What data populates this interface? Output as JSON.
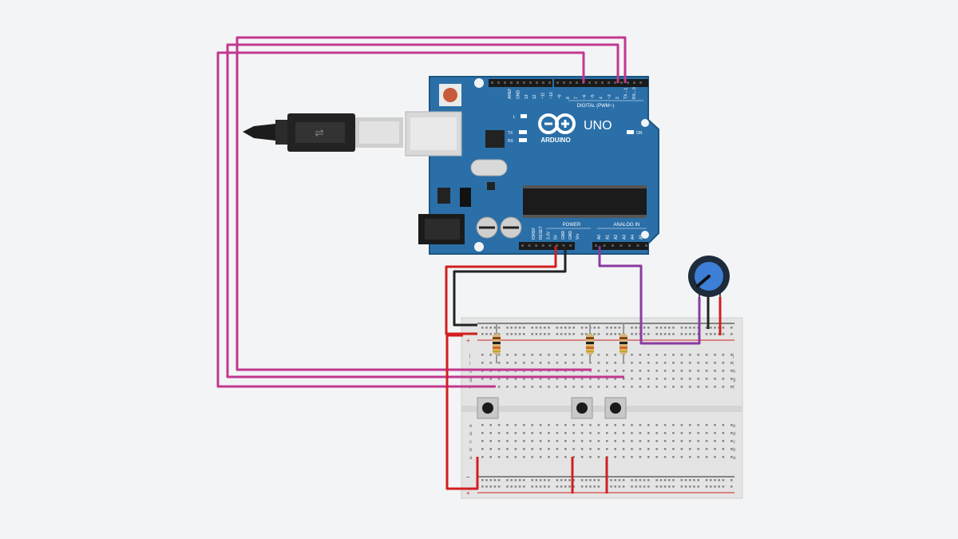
{
  "arduino": {
    "brand": "ARDUINO",
    "model": "UNO",
    "digital_header": "DIGITAL (PWM~)",
    "power_header": "POWER",
    "analog_header": "ANALOG IN",
    "led_l": "L",
    "led_tx": "TX",
    "led_rx": "RX",
    "on_label": "ON",
    "digital_pins": [
      "AREF",
      "GND",
      "13",
      "12",
      "~11",
      "~10",
      "~9",
      "8",
      "7",
      "~6",
      "~5",
      "4",
      "~3",
      "2",
      "TX→1",
      "RX←0"
    ],
    "power_pins": [
      "IOREF",
      "RESET",
      "3.3V",
      "5V",
      "GND",
      "GND",
      "Vin"
    ],
    "analog_pins": [
      "A0",
      "A1",
      "A2",
      "A3",
      "A4",
      "A5"
    ]
  },
  "breadboard": {
    "row_letters_top": [
      "j",
      "i",
      "h",
      "g",
      "f"
    ],
    "row_letters_bottom": [
      "e",
      "d",
      "c",
      "b",
      "a"
    ],
    "rail_plus": "+",
    "rail_minus": "−"
  },
  "colors": {
    "background": "#f3f4f6",
    "board": "#2a6fa8",
    "board_edge": "#1d5682",
    "wire_magenta": "#c2388f",
    "wire_red": "#d21f1f",
    "wire_black": "#222222",
    "wire_purple": "#8b3aa0",
    "breadboard": "#e4e4e4",
    "pot_knob": "#3d7fd6"
  }
}
